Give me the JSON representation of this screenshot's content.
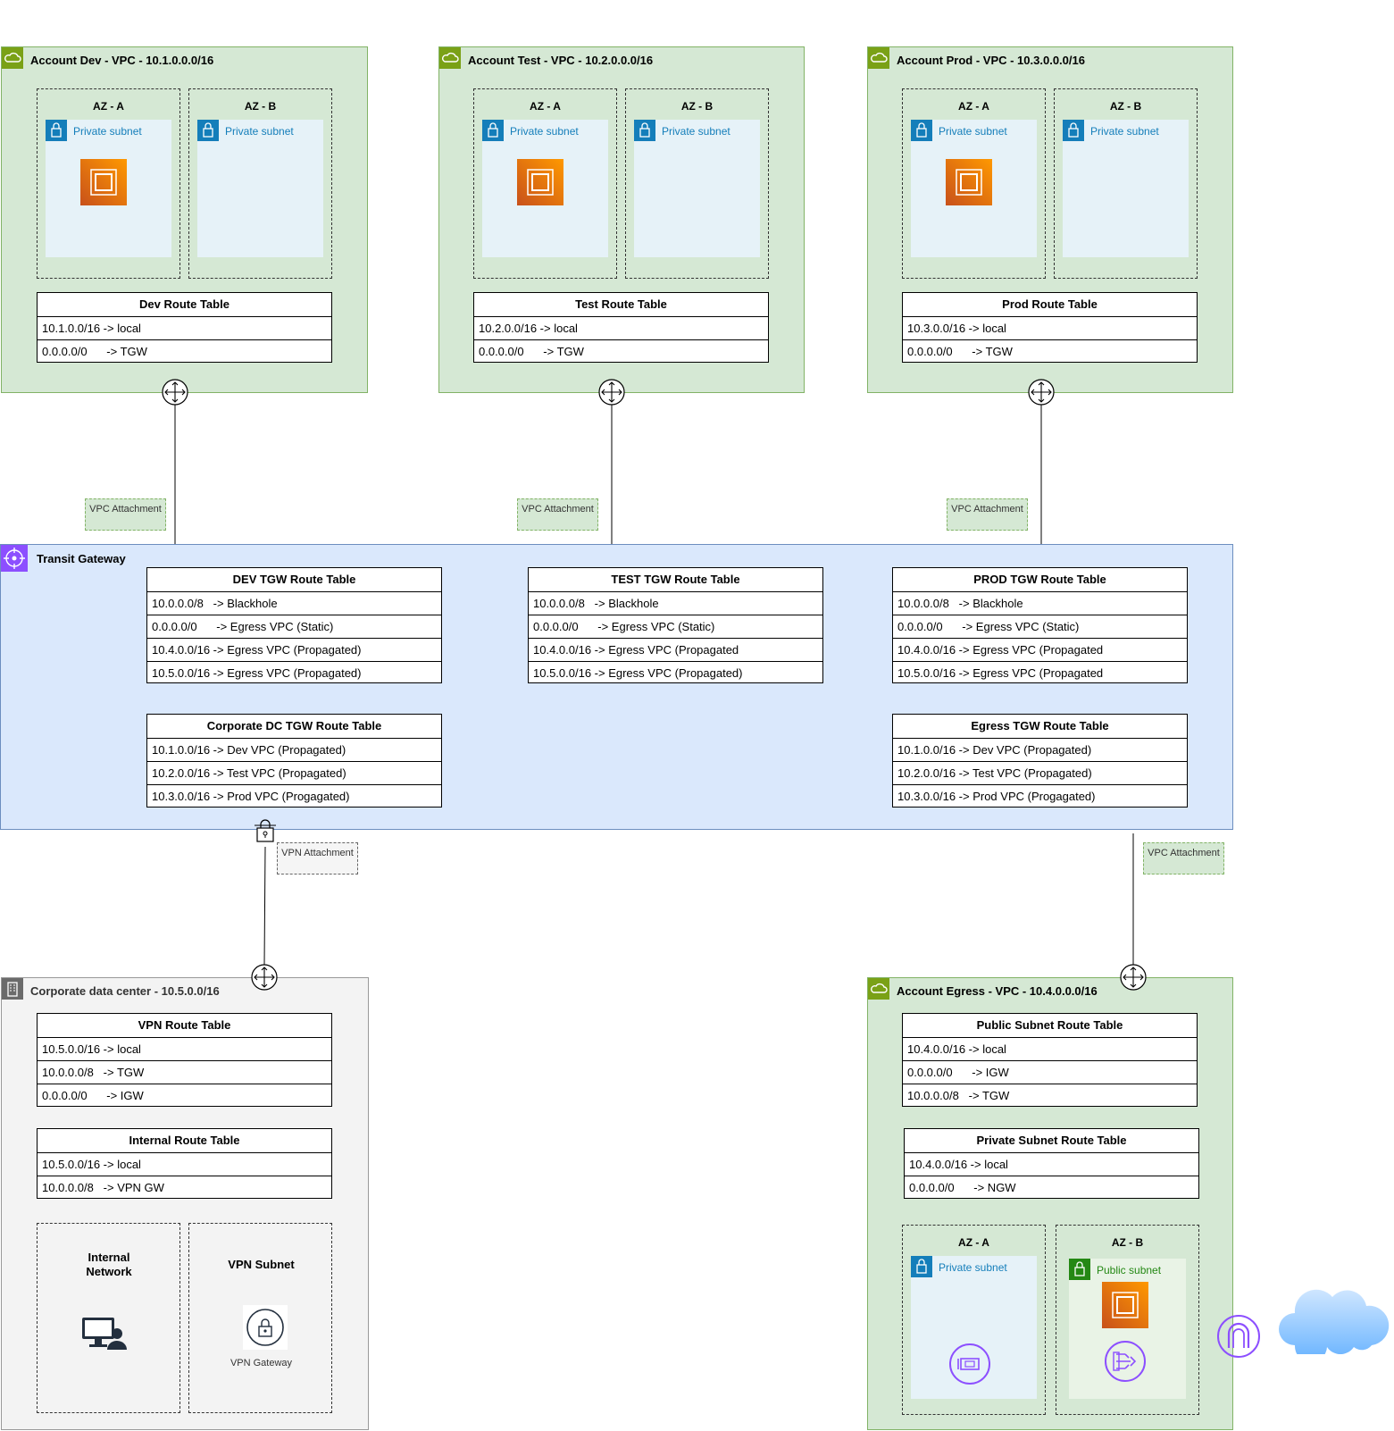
{
  "colors": {
    "vpc_fill": "#d5e8d4",
    "vpc_border": "#82b366",
    "tgw_fill": "#dae8fc",
    "tgw_border": "#6c8ebf",
    "subnet_private": "#e6f2f8",
    "subnet_public": "#e9f3e6",
    "ec2_orange": "#ff9900",
    "tgw_purple": "#8c4fff",
    "cloud_blue": "#66b2ff"
  },
  "vpcs": {
    "dev": {
      "title": "Account Dev - VPC - 10.1.0.0.0/16",
      "az_a": "AZ - A",
      "az_b": "AZ - B",
      "subnet_a": "Private subnet",
      "subnet_b": "Private subnet",
      "route_table": {
        "title": "Dev Route Table",
        "rows": [
          "10.1.0.0/16 -> local",
          "0.0.0.0/0      -> TGW"
        ]
      }
    },
    "test": {
      "title": "Account Test - VPC - 10.2.0.0.0/16",
      "az_a": "AZ - A",
      "az_b": "AZ - B",
      "subnet_a": "Private subnet",
      "subnet_b": "Private subnet",
      "route_table": {
        "title": "Test Route Table",
        "rows": [
          "10.2.0.0/16 -> local",
          "0.0.0.0/0      -> TGW"
        ]
      }
    },
    "prod": {
      "title": "Account Prod - VPC - 10.3.0.0.0/16",
      "az_a": "AZ - A",
      "az_b": "AZ - B",
      "subnet_a": "Private subnet",
      "subnet_b": "Private subnet",
      "route_table": {
        "title": "Prod Route Table",
        "rows": [
          "10.3.0.0/16 -> local",
          "0.0.0.0/0      -> TGW"
        ]
      }
    }
  },
  "attachments": {
    "vpc": "VPC Attachment",
    "vpn": "VPN Attachment"
  },
  "tgw": {
    "title": "Transit Gateway",
    "dev_table": {
      "title": "DEV TGW Route Table",
      "rows": [
        "10.0.0.0/8   -> Blackhole",
        "0.0.0.0/0      -> Egress VPC (Static)",
        "10.4.0.0/16 -> Egress VPC (Propagated)",
        "10.5.0.0/16 -> Egress VPC (Propagated)"
      ]
    },
    "test_table": {
      "title": "TEST TGW Route Table",
      "rows": [
        "10.0.0.0/8   -> Blackhole",
        "0.0.0.0/0      -> Egress VPC (Static)",
        "10.4.0.0/16 -> Egress VPC (Propagated",
        "10.5.0.0/16 -> Egress VPC (Propagated)"
      ]
    },
    "prod_table": {
      "title": "PROD TGW Route Table",
      "rows": [
        "10.0.0.0/8   -> Blackhole",
        "0.0.0.0/0      -> Egress VPC (Static)",
        "10.4.0.0/16 -> Egress VPC (Propagated",
        "10.5.0.0/16 -> Egress VPC (Propagated"
      ]
    },
    "corp_table": {
      "title": "Corporate DC TGW Route Table",
      "rows": [
        "10.1.0.0/16 -> Dev VPC (Propagated)",
        "10.2.0.0/16 -> Test VPC (Propagated)",
        "10.3.0.0/16 -> Prod VPC (Progagated)"
      ]
    },
    "egress_table": {
      "title": "Egress TGW Route Table",
      "rows": [
        "10.1.0.0/16 -> Dev VPC (Propagated)",
        "10.2.0.0/16 -> Test VPC (Propagated)",
        "10.3.0.0/16 -> Prod VPC (Progagated)"
      ]
    }
  },
  "corp_dc": {
    "title": "Corporate data center - 10.5.0.0/16",
    "vpn_table": {
      "title": "VPN Route Table",
      "rows": [
        "10.5.0.0/16 -> local",
        "10.0.0.0/8   -> TGW",
        "0.0.0.0/0      -> IGW"
      ]
    },
    "internal_table": {
      "title": "Internal Route Table",
      "rows": [
        "10.5.0.0/16 -> local",
        "10.0.0.0/8   -> VPN GW"
      ]
    },
    "internal_network": "Internal Network",
    "vpn_subnet": "VPN Subnet",
    "vpn_gateway": "VPN Gateway"
  },
  "egress": {
    "title": "Account Egress - VPC - 10.4.0.0.0/16",
    "public_table": {
      "title": "Public Subnet Route Table",
      "rows": [
        "10.4.0.0/16 -> local",
        "0.0.0.0/0      -> IGW",
        "10.0.0.0/8   -> TGW"
      ]
    },
    "private_table": {
      "title": "Private Subnet Route Table",
      "rows": [
        "10.4.0.0/16 -> local",
        "0.0.0.0/0      -> NGW"
      ]
    },
    "az_a": "AZ - A",
    "az_b": "AZ - B",
    "subnet_a": "Private subnet",
    "subnet_b": "Public subnet"
  },
  "icons": [
    "vpc-cloud-icon",
    "private-subnet-lock-icon",
    "ec2-instance-icon",
    "vpc-attachment-icon",
    "transit-gateway-icon",
    "vpn-attachment-icon",
    "corporate-building-icon",
    "user-workstation-icon",
    "vpn-gateway-icon",
    "nat-gateway-icon",
    "internet-gateway-icon",
    "internet-cloud-icon",
    "elastic-network-interface-icon"
  ]
}
